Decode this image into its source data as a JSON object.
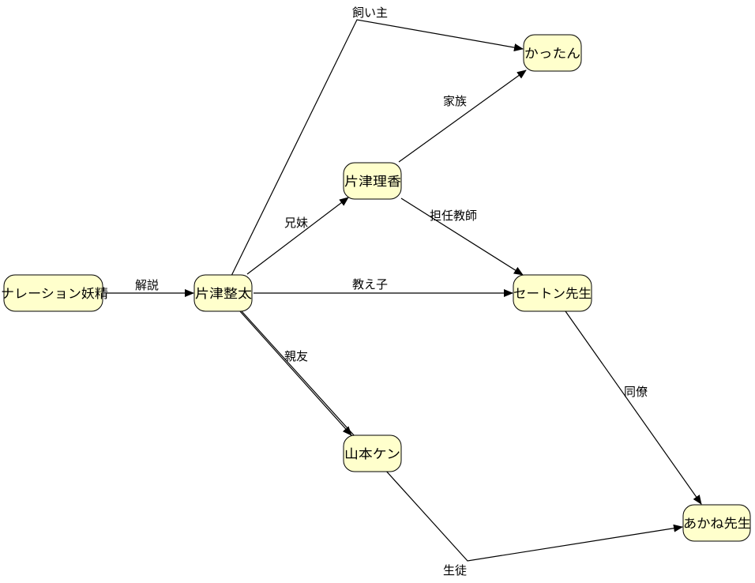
{
  "colors": {
    "node_fill": "#ffffcc",
    "node_stroke": "#000000",
    "edge": "#000000",
    "background": "#ffffff"
  },
  "nodes": [
    {
      "id": "narration",
      "label": "ナレーション妖精"
    },
    {
      "id": "seita",
      "label": "片津整太"
    },
    {
      "id": "rika",
      "label": "片津理香"
    },
    {
      "id": "kattan",
      "label": "かったん"
    },
    {
      "id": "seton",
      "label": "セートン先生"
    },
    {
      "id": "ken",
      "label": "山本ケン"
    },
    {
      "id": "akane",
      "label": "あかね先生"
    }
  ],
  "edges": [
    {
      "id": "e-kaisetsu",
      "from": "narration",
      "to": "seita",
      "label": "解説"
    },
    {
      "id": "e-kaiinushi",
      "from": "seita",
      "to": "kattan",
      "label": "飼い主"
    },
    {
      "id": "e-kyoumai",
      "from": "seita",
      "to": "rika",
      "label": "兄妹"
    },
    {
      "id": "e-kazoku",
      "from": "rika",
      "to": "kattan",
      "label": "家族"
    },
    {
      "id": "e-tannin",
      "from": "rika",
      "to": "seton",
      "label": "担任教師"
    },
    {
      "id": "e-oshiego",
      "from": "seita",
      "to": "seton",
      "label": "教え子"
    },
    {
      "id": "e-shinyu",
      "from": "seita",
      "to": "ken",
      "label": "親友"
    },
    {
      "id": "e-douryou",
      "from": "seton",
      "to": "akane",
      "label": "同僚"
    },
    {
      "id": "e-seito",
      "from": "ken",
      "to": "akane",
      "label": "生徒"
    }
  ]
}
